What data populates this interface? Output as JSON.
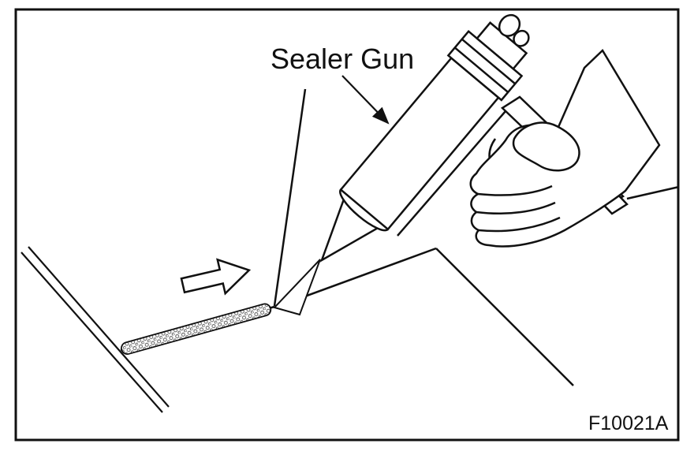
{
  "figure": {
    "label": "Sealer Gun",
    "figure_code": "F10021A"
  },
  "icons": {
    "label_arrow": "arrow pointing from label to sealer gun",
    "direction_arrow": "outline arrow showing gun travel direction along seam"
  },
  "colors": {
    "line": "#111111",
    "background": "#ffffff",
    "stipple": "#555555"
  }
}
